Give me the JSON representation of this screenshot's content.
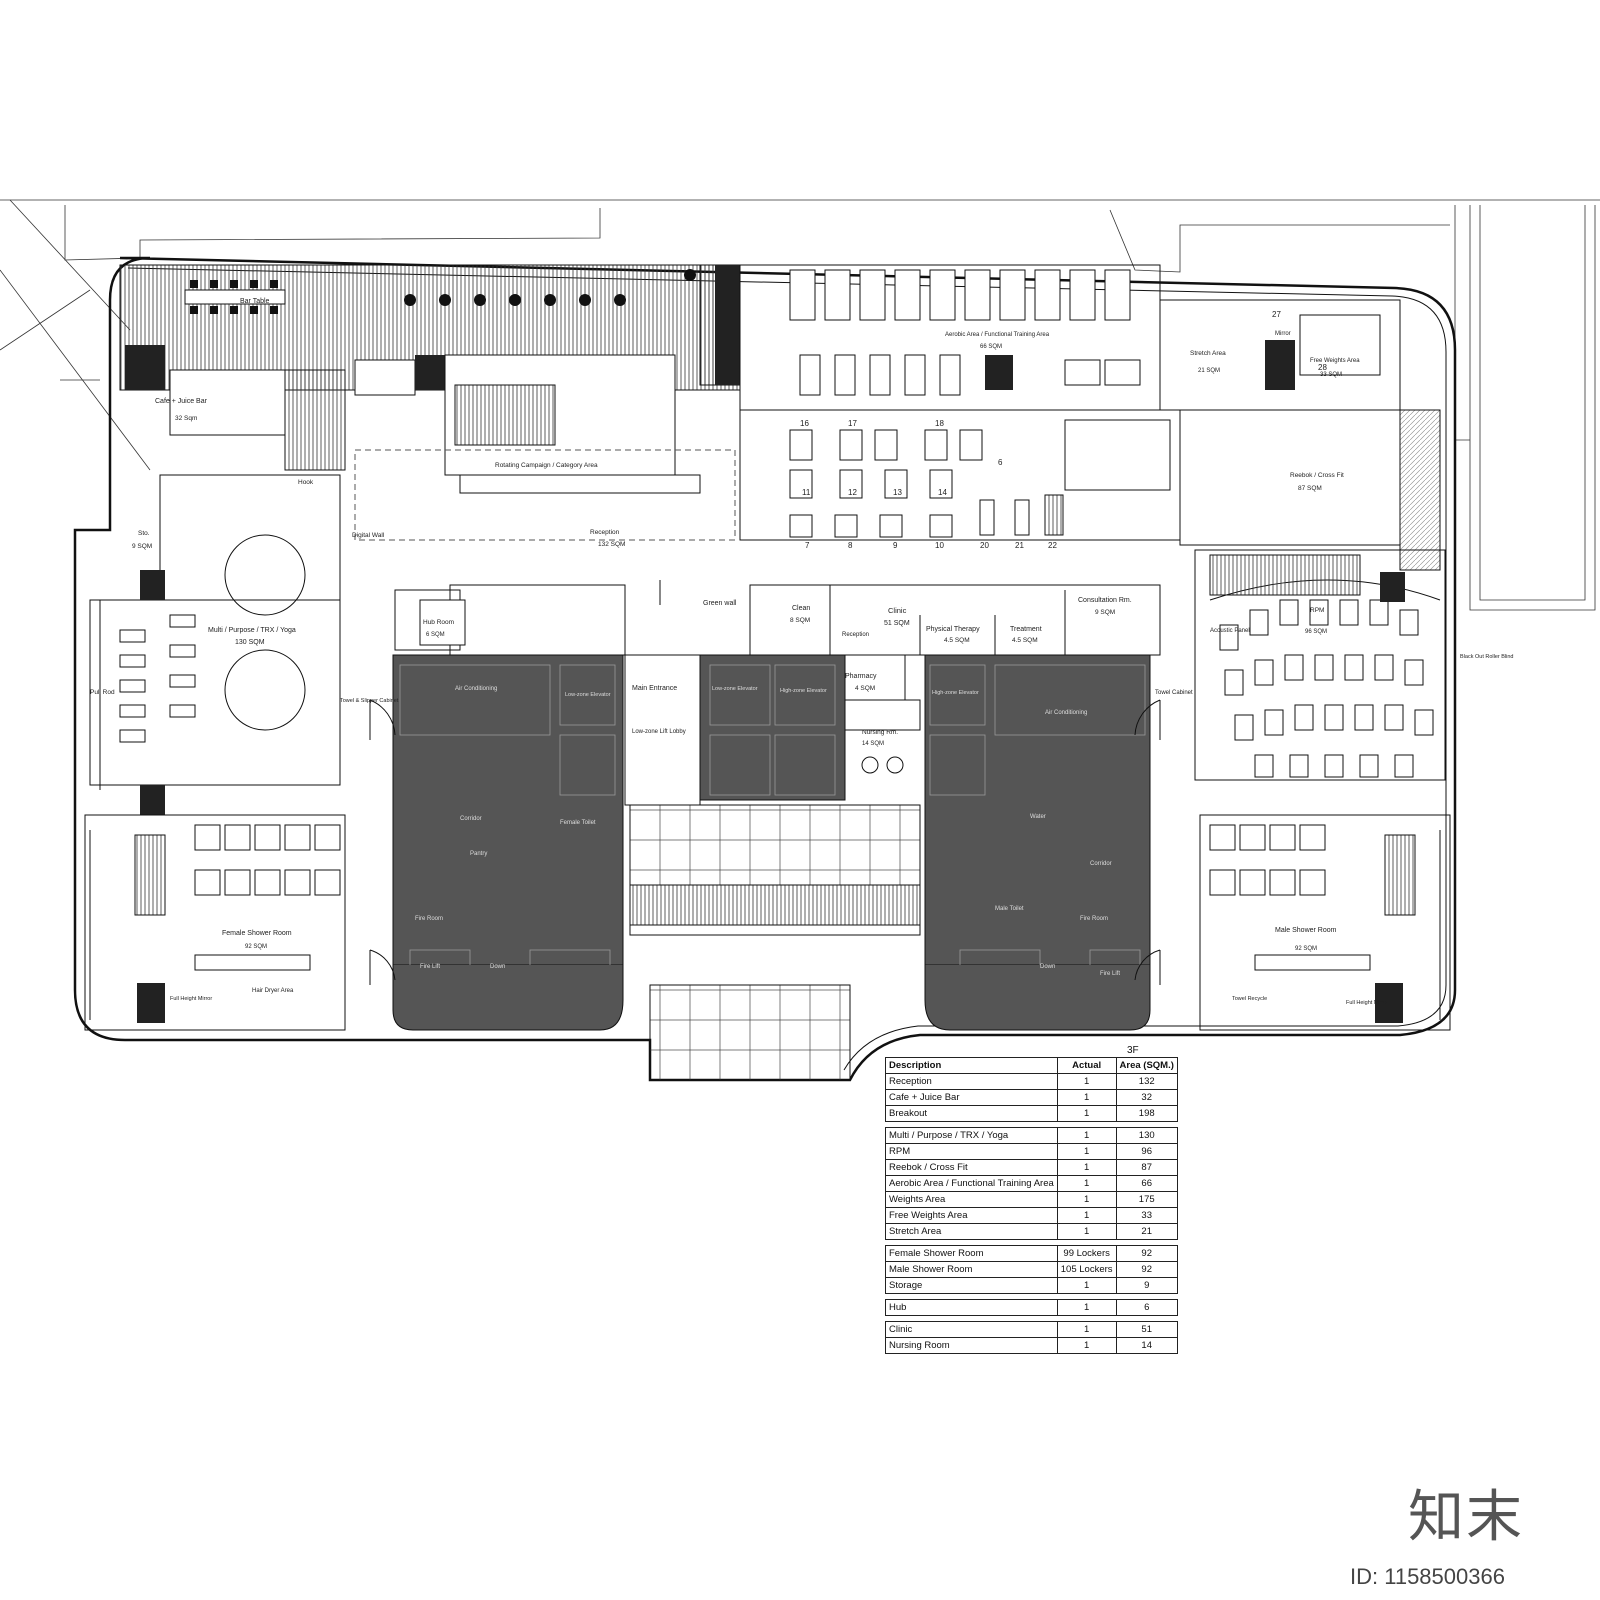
{
  "rooms": {
    "bar_table": "Bar Table",
    "cafe": "Cafe + Juice Bar",
    "cafe_area": "32 Sqm",
    "rotating": "Rotating Campaign / Category Area",
    "reception": "Reception",
    "reception_area": "132 SQM",
    "digital_wall": "Digital Wall",
    "hook": "Hook",
    "sto": "Sto.",
    "sto_area": "9 SQM",
    "multi": "Multi / Purpose / TRX / Yoga",
    "multi_area": "130 SQM",
    "pull_rod": "Pull Rod",
    "hub_room": "Hub Room",
    "hub_area": "6 SQM",
    "towel_slipper": "Towel & Slipper Cabinet",
    "aerobic": "Aerobic Area / Functional Training Area",
    "aerobic_area": "66 SQM",
    "stretch": "Stretch Area",
    "stretch_area": "21 SQM",
    "free_weights": "Free Weights Area",
    "free_weights_area": "33 SQM",
    "mirror": "Mirror",
    "reebok": "Reebok / Cross Fit",
    "reebok_area": "87 SQM",
    "green_wall": "Green wall",
    "clean": "Clean",
    "clean_area": "8 SQM",
    "clinic": "Clinic",
    "clinic_area": "51 SQM",
    "reception_small": "Reception",
    "physical": "Physical Therapy",
    "physical_area": "4.5 SQM",
    "treatment": "Treatment",
    "treatment_area": "4.5 SQM",
    "consultation": "Consultation Rm.",
    "consultation_area": "9 SQM",
    "pharmacy": "Pharmacy",
    "pharmacy_area": "4 SQM",
    "nursing": "Nursing Rm.",
    "nursing_area": "14 SQM",
    "main_entrance": "Main Entrance",
    "lift_lobby": "Low-zone Lift Lobby",
    "rpm": "RPM",
    "rpm_area": "96 SQM",
    "acoustic": "Acoustic Panel",
    "towel_cabinet": "Towel Cabinet",
    "air_cond": "Air Conditioning",
    "low_elevator": "Low-zone Elevator",
    "high_elevator": "High-zone Elevator",
    "corridor": "Corridor",
    "female_toilet": "Female Toilet",
    "male_toilet": "Male Toilet",
    "fire_room": "Fire Room",
    "fire_lift": "Fire Lift",
    "pantry": "Pantry",
    "water": "Water",
    "down": "Down",
    "female_shower": "Female Shower Room",
    "female_shower_area": "92 SQM",
    "male_shower": "Male Shower Room",
    "male_shower_area": "92 SQM",
    "hair_dryer": "Hair Dryer Area",
    "full_mirror": "Full Height Mirror",
    "towel_recycle": "Towel Recycle",
    "roller_blind": "Black Out Roller Blind",
    "equip_nums": [
      "16",
      "17",
      "18",
      "6",
      "11",
      "12",
      "13",
      "14",
      "7",
      "8",
      "9",
      "10",
      "20",
      "21",
      "22",
      "27",
      "28"
    ]
  },
  "table": {
    "floor_label": "3F",
    "headers": [
      "Description",
      "Actual",
      "Area (SQM.)"
    ],
    "groups": [
      [
        {
          "d": "Reception",
          "a": "1",
          "s": "132"
        },
        {
          "d": "Cafe + Juice Bar",
          "a": "1",
          "s": "32"
        },
        {
          "d": "Breakout",
          "a": "1",
          "s": "198"
        }
      ],
      [
        {
          "d": "Multi / Purpose / TRX / Yoga",
          "a": "1",
          "s": "130"
        },
        {
          "d": "RPM",
          "a": "1",
          "s": "96"
        },
        {
          "d": "Reebok / Cross Fit",
          "a": "1",
          "s": "87"
        },
        {
          "d": "Aerobic Area / Functional Training Area",
          "a": "1",
          "s": "66"
        },
        {
          "d": "Weights Area",
          "a": "1",
          "s": "175"
        },
        {
          "d": "Free Weights Area",
          "a": "1",
          "s": "33"
        },
        {
          "d": "Stretch Area",
          "a": "1",
          "s": "21"
        }
      ],
      [
        {
          "d": "Female Shower Room",
          "a": "99 Lockers",
          "s": "92"
        },
        {
          "d": "Male Shower Room",
          "a": "105 Lockers",
          "s": "92"
        },
        {
          "d": "Storage",
          "a": "1",
          "s": "9"
        }
      ],
      [
        {
          "d": "Hub",
          "a": "1",
          "s": "6"
        }
      ],
      [
        {
          "d": "Clinic",
          "a": "1",
          "s": "51"
        },
        {
          "d": "Nursing Room",
          "a": "1",
          "s": "14"
        }
      ]
    ]
  },
  "brand_mark": "知末",
  "image_id": "ID: 1158500366"
}
